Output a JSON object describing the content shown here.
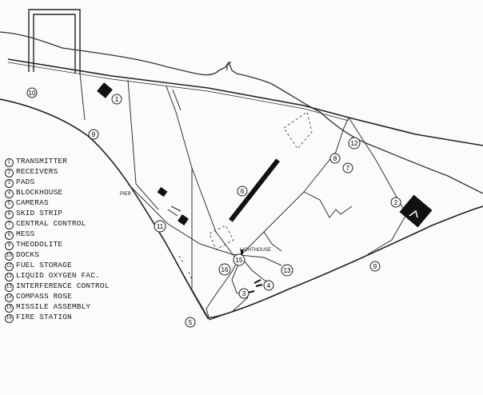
{
  "legend": [
    {
      "n": "1",
      "label": "TRANSMITTER"
    },
    {
      "n": "2",
      "label": "RECEIVERS"
    },
    {
      "n": "3",
      "label": "PADS"
    },
    {
      "n": "4",
      "label": "BLOCKHOUSE"
    },
    {
      "n": "5",
      "label": "CAMERAS"
    },
    {
      "n": "6",
      "label": "SKID STRIP"
    },
    {
      "n": "7",
      "label": "CENTRAL CONTROL"
    },
    {
      "n": "8",
      "label": "MESS"
    },
    {
      "n": "9",
      "label": "THEODOLITE"
    },
    {
      "n": "10",
      "label": "DOCKS"
    },
    {
      "n": "11",
      "label": "FUEL STORAGE"
    },
    {
      "n": "12",
      "label": "LIQUID OXYGEN FAC."
    },
    {
      "n": "13",
      "label": "INTERFERENCE CONTROL"
    },
    {
      "n": "14",
      "label": "COMPASS ROSE"
    },
    {
      "n": "15",
      "label": "MISSILE ASSEMBLY"
    },
    {
      "n": "16",
      "label": "FIRE STATION"
    }
  ],
  "labels": {
    "pier": "PIER",
    "lighthouse": "LIGHTHOUSE"
  },
  "markers": [
    {
      "id": "marker-1",
      "text": "1"
    },
    {
      "id": "marker-2",
      "text": "2"
    },
    {
      "id": "marker-3",
      "text": "3"
    },
    {
      "id": "marker-4",
      "text": "4"
    },
    {
      "id": "marker-5",
      "text": "5"
    },
    {
      "id": "marker-6",
      "text": "6"
    },
    {
      "id": "marker-7",
      "text": "7"
    },
    {
      "id": "marker-8",
      "text": "8"
    },
    {
      "id": "marker-9a",
      "text": "9"
    },
    {
      "id": "marker-9b",
      "text": "9"
    },
    {
      "id": "marker-10",
      "text": "10"
    },
    {
      "id": "marker-11",
      "text": "11"
    },
    {
      "id": "marker-12",
      "text": "12"
    },
    {
      "id": "marker-13",
      "text": "13"
    },
    {
      "id": "marker-15",
      "text": "15"
    },
    {
      "id": "marker-16",
      "text": "16"
    }
  ]
}
